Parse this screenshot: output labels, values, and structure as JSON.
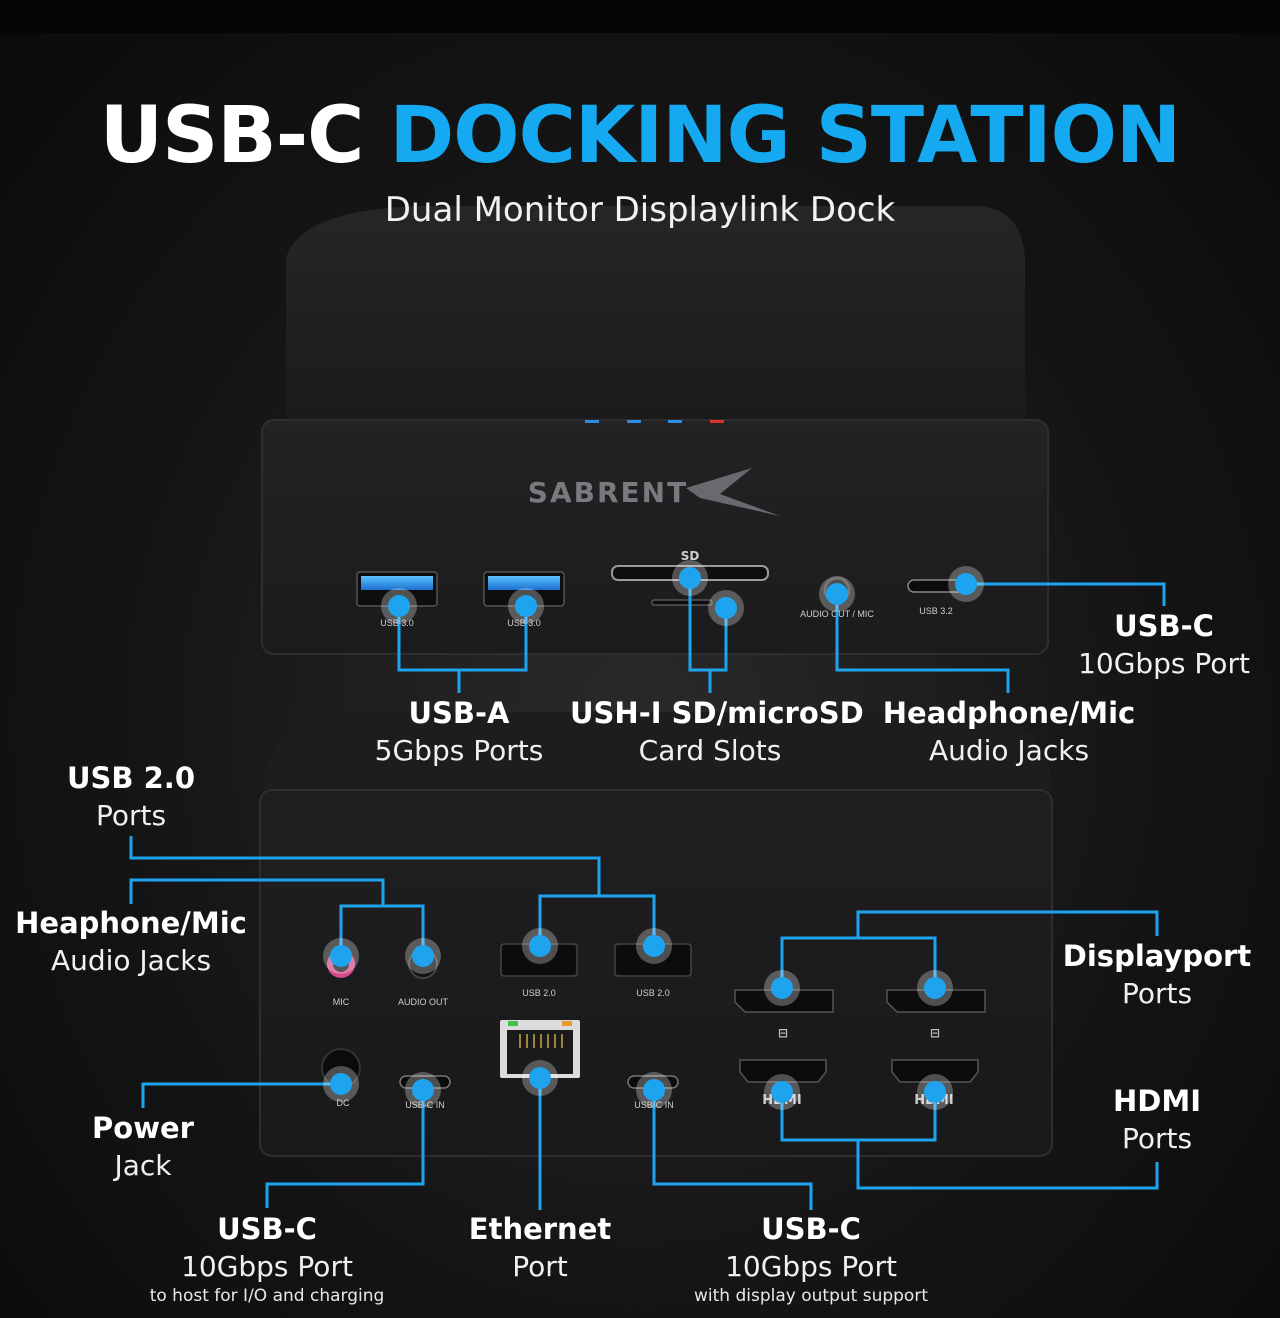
{
  "title": {
    "part1": "USB-C",
    "part2": "DOCKING STATION"
  },
  "subtitle": "Dual Monitor Displaylink Dock",
  "brand": "SABRENT",
  "colors": {
    "accent": "#14a9f0",
    "background": "#151516",
    "device": "#1c1c1e",
    "led_red": "#e0302a"
  },
  "port_text": {
    "usb30": "USB 3.0",
    "sd": "SD",
    "audio_out_mic": "AUDIO OUT / MIC",
    "usb32": "USB 3.2",
    "mic": "MIC",
    "audio_out": "AUDIO OUT",
    "usb20": "USB 2.0",
    "dc": "DC",
    "usbc_in": "USB-C IN",
    "hdmi": "HDMI"
  },
  "callouts": {
    "usb_c_front": {
      "heading": "USB-C",
      "sub": "10Gbps Port"
    },
    "usb_a": {
      "heading": "USB-A",
      "sub": "5Gbps Ports"
    },
    "sd_slots": {
      "heading": "USH-I SD/microSD",
      "sub": "Card Slots"
    },
    "headphone_front": {
      "heading": "Headphone/Mic",
      "sub": "Audio Jacks"
    },
    "usb20": {
      "heading": "USB 2.0",
      "sub": "Ports"
    },
    "headphone_back": {
      "heading": "Heaphone/Mic",
      "sub": "Audio Jacks"
    },
    "displayport": {
      "heading": "Displayport",
      "sub": "Ports"
    },
    "hdmi": {
      "heading": "HDMI",
      "sub": "Ports"
    },
    "power": {
      "heading": "Power",
      "sub": "Jack"
    },
    "usbc_host": {
      "heading": "USB-C",
      "sub": "10Gbps Port",
      "note": "to host for I/O and charging"
    },
    "ethernet": {
      "heading": "Ethernet",
      "sub": "Port"
    },
    "usbc_display": {
      "heading": "USB-C",
      "sub": "10Gbps Port",
      "note": "with display output support"
    }
  }
}
